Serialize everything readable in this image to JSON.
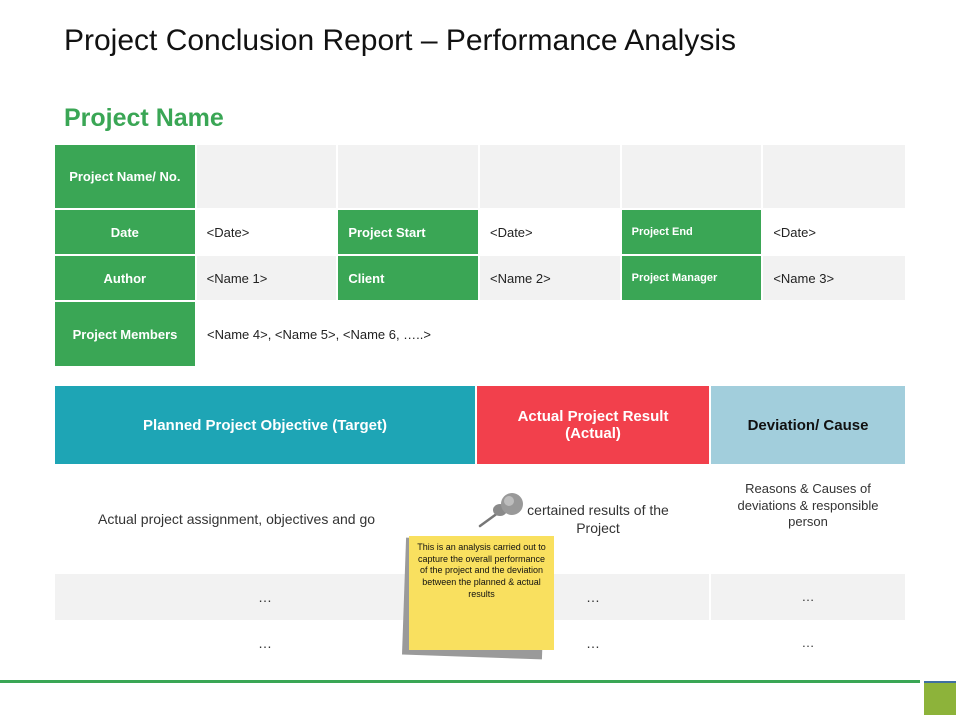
{
  "header": {
    "title": "Project Conclusion Report – Performance Analysis",
    "subtitle": "Project Name"
  },
  "info_table": {
    "project_name_label": "Project Name/ No.",
    "date_label": "Date",
    "date_value": "<Date>",
    "project_start_label": "Project Start",
    "project_start_value": "<Date>",
    "project_end_label": "Project End",
    "project_end_value": "<Date>",
    "author_label": "Author",
    "author_value": "<Name 1>",
    "client_label": "Client",
    "client_value": "<Name 2>",
    "project_manager_label": "Project Manager",
    "project_manager_value": "<Name 3>",
    "members_label": "Project Members",
    "members_value": "<Name 4>, <Name 5>, <Name 6, …..>"
  },
  "objectives_table": {
    "headers": [
      "Planned Project Objective (Target)",
      "Actual Project Result (Actual)",
      "Deviation/ Cause"
    ],
    "first_row": [
      "Actual project assignment, objectives and go",
      "certained results of the Project",
      "Reasons & Causes of deviations & responsible person"
    ],
    "dots": "…"
  },
  "sticky_note": {
    "text": "This is an analysis carried out to capture the overall performance of the project and the deviation between the planned & actual results"
  },
  "colors": {
    "green": "#3aa655",
    "teal": "#1ea5b5",
    "red": "#f2404c",
    "light_blue": "#a2cedc",
    "sticky_yellow": "#f9e05f"
  }
}
